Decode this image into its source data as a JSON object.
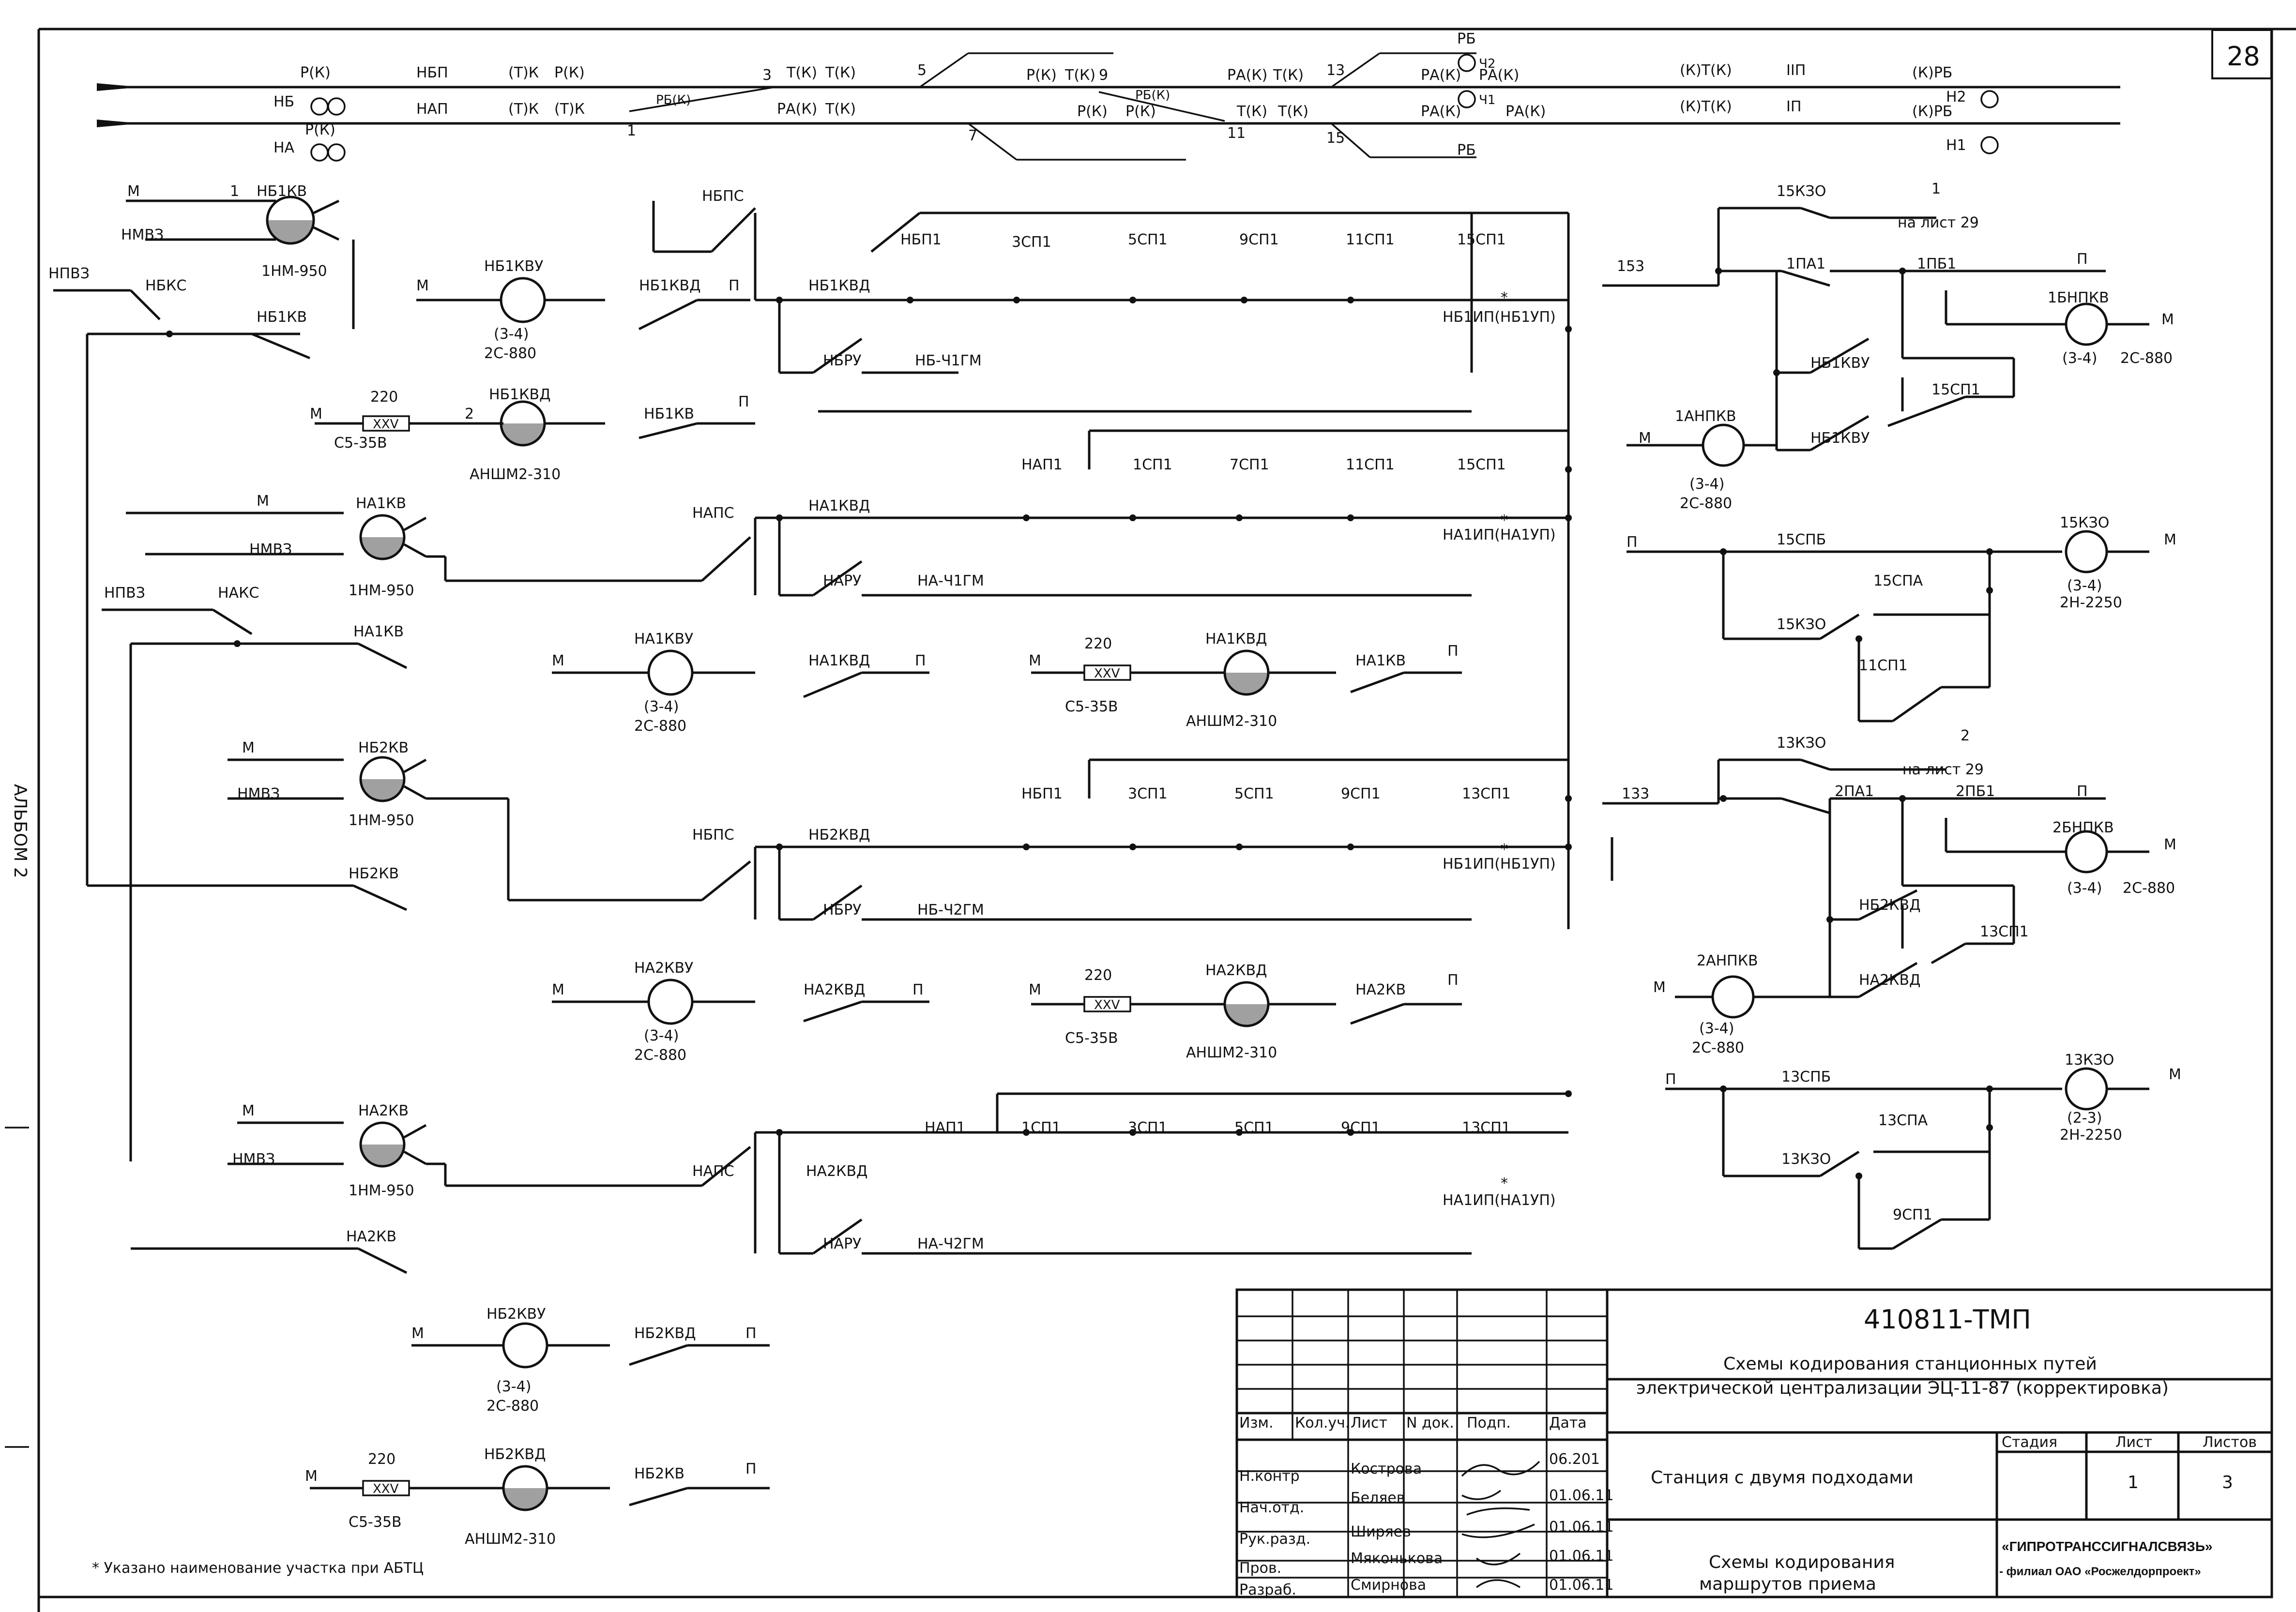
{
  "sheet_number": "28",
  "album_label": "АЛЬБОМ 2",
  "footnote": "Указано наименование участка при АБТЦ",
  "title_block": {
    "doc_code": "410811-ТМП",
    "title_line1": "Схемы кодирования станционных путей",
    "title_line2": "электрической централизации  ЭЦ-11-87 (корректировка)",
    "station": "Станция с двумя подходами",
    "sheet_title_line1": "Схемы кодирования",
    "sheet_title_line2": "маршрутов приема",
    "stage_label": "Стадия",
    "sheet_label": "Лист",
    "sheets_label": "Листов",
    "sheet_value": "1",
    "sheets_value": "3",
    "org_line1": "«ГИПРОТРАНССИГНАЛСВЯЗЬ»",
    "org_line2": "- филиал ОАО «Росжелдорпроект»",
    "col_headers": [
      "Изм.",
      "Кол.уч.",
      "Лист",
      "N док.",
      "Подп.",
      "Дата"
    ],
    "roles": [
      {
        "role": "Н.контр",
        "name": "Кострова",
        "date": "06.201"
      },
      {
        "role": "Нач.отд.",
        "name": "Беляев",
        "date": "01.06.11"
      },
      {
        "role": "Рук.разд.",
        "name": "Ширяев",
        "date": "01.06.11"
      },
      {
        "role": "Пров.",
        "name": "Мяконькова",
        "date": "01.06.11"
      },
      {
        "role": "Разраб.",
        "name": "Смирнова",
        "date": "01.06.11"
      }
    ]
  },
  "track_plan": {
    "labels": [
      "Р(К)",
      "НБП",
      "(Т)К",
      "Р(К)",
      "НБ",
      "НАП",
      "(Т)К",
      "(Т)К",
      "НА",
      "Р(К)",
      "3",
      "Т(К)",
      "Т(К)",
      "РБ(К)",
      "1",
      "РА(К)",
      "Т(К)",
      "5",
      "7",
      "Р(К)",
      "Т(К)",
      "9",
      "Р(К)",
      "Р(К)",
      "РБ(К)",
      "РА(К)",
      "Т(К)",
      "11",
      "Т(К)",
      "Т(К)",
      "13",
      "РА(К)",
      "РА(К)",
      "15",
      "РБ",
      "Ч2",
      "Ч1",
      "РА(К)",
      "РА(К)",
      "РБ",
      "(К)Т(К)",
      "IIП",
      "(К)Т(К)",
      "IП",
      "(К)РБ",
      "Н2",
      "(К)РБ",
      "Н1"
    ]
  },
  "codes": {
    "c1": "НБ1КВ",
    "c2": "НБ1КВУ",
    "c3": "НБ1КВД",
    "c4": "НА1КВ",
    "c5": "НА1КВУ",
    "c6": "НА1КВД",
    "c7": "НБ2КВ",
    "c8": "НА2КВУ",
    "c9": "НА2КВД",
    "c10": "НА2КВ",
    "c11": "НБ2КВУ",
    "c12": "НБ2КВД",
    "relay_type": "1НМ-950",
    "relay_880": "2С-880",
    "relay_310": "АНШМ2-310",
    "relay_2250": "2Н-2250",
    "res_val": "220",
    "res_type": "С5-35В",
    "res_mark": "XXV",
    "pins34": "(3-4)",
    "pins23": "(2-3)",
    "M": "М",
    "P": "П",
    "NMVZ": "НМВЗ",
    "NPVZ": "НПВЗ",
    "NBKS": "НБКС",
    "NAKS": "НАКС",
    "NBPS": "НБПС",
    "NAPS": "НАПС",
    "NBRU": "НБРУ",
    "NARU": "НАРУ",
    "NB_CH1": "НБ-Ч1ГМ",
    "NA_CH1": "НА-Ч1ГМ",
    "NB_CH2": "НБ-Ч2ГМ",
    "NA_CH2": "НА-Ч2ГМ",
    "NB1IP": "НБ1ИП(НБ1УП)",
    "NA1IP": "НА1ИП(НА1УП)",
    "NBP1": "НБП1",
    "NAP1": "НАП1",
    "SP1": "1СП1",
    "SP3": "3СП1",
    "SP5": "5СП1",
    "SP7": "7СП1",
    "SP9": "9СП1",
    "SP11": "11СП1",
    "SP13": "13СП1",
    "SP15": "15СП1",
    "K15_30": "15КЗО",
    "K13_30": "13КЗО",
    "to_sheet": "на лист 29",
    "n1": "1",
    "n2": "2",
    "n153": "153",
    "n133": "133",
    "PA1_1": "1ПА1",
    "PB1_1": "1ПБ1",
    "PA1_2": "2ПА1",
    "PB1_2": "2ПБ1",
    "BNPKV1": "1БНПКВ",
    "BNPKV2": "2БНПКВ",
    "ANPKV1": "1АНПКВ",
    "ANPKV2": "2АНПКВ",
    "SPB15": "15СПБ",
    "SPA15": "15СПА",
    "SPB13": "13СПБ",
    "SPA13": "13СПА"
  }
}
